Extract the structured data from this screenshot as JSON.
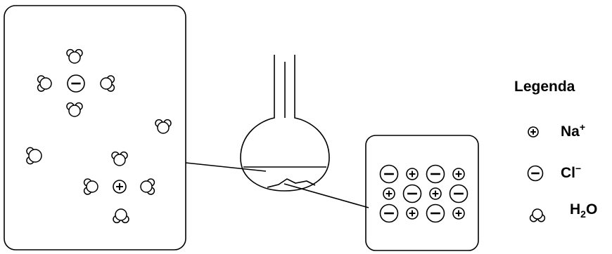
{
  "legend": {
    "title": "Legenda",
    "items": [
      {
        "symbol": "sodium-ion-icon",
        "base": "Na",
        "sup": "+",
        "sub": "",
        "tail": ""
      },
      {
        "symbol": "chloride-ion-icon",
        "base": "Cl",
        "sup": "−",
        "sub": "",
        "tail": ""
      },
      {
        "symbol": "water-molecule-icon",
        "base": "H",
        "sup": "",
        "sub": "2",
        "tail": "O"
      }
    ]
  },
  "diagram": {
    "solution_panel": "dissolved ions surrounded by water molecules",
    "crystal_grid": [
      [
        "cl",
        "na",
        "cl",
        "na"
      ],
      [
        "na",
        "cl",
        "na",
        "cl"
      ],
      [
        "cl",
        "na",
        "cl",
        "na"
      ]
    ]
  }
}
